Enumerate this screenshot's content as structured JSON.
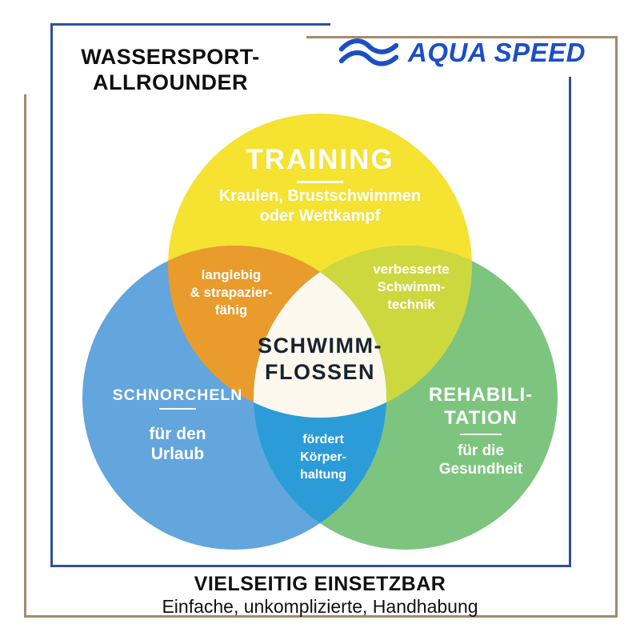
{
  "header": {
    "headline": [
      "WASSERSPORT-",
      "ALLROUNDER"
    ],
    "brand": "AQUA SPEED"
  },
  "venn": {
    "center_label": [
      "SCHWIMM-",
      "FLOSSEN"
    ],
    "center_color": "#fcf8ee",
    "sets": {
      "training": {
        "title": "TRAINING",
        "subtitle": [
          "Kraulen, Brustschwimmen",
          "oder Wettkampf"
        ],
        "color": "#f5e231"
      },
      "schnorcheln": {
        "title": "SCHNORCHELN",
        "subtitle": [
          "für den",
          "Urlaub"
        ],
        "color": "#63a5dd"
      },
      "rehabilitation": {
        "title": [
          "REHABILI-",
          "TATION"
        ],
        "subtitle": [
          "für die",
          "Gesundheit"
        ],
        "color": "#7dc57f"
      }
    },
    "overlaps": {
      "training_schnorcheln": {
        "label": [
          "langlebig",
          "& strapazier-",
          "fähig"
        ],
        "color": "#e99b2c"
      },
      "training_rehabilitation": {
        "label": [
          "verbesserte",
          "Schwimm-",
          "technik"
        ],
        "color": "#cdd83f"
      },
      "schnorcheln_rehabilitation": {
        "label": [
          "fördert",
          "Körper-",
          "haltung"
        ],
        "color": "#2c9cd9"
      }
    }
  },
  "footer": {
    "title": "VIELSEITIG EINSETZBAR",
    "subtitle": "Einfache, unkomplizierte, Handhabung"
  },
  "colors": {
    "frame_outer_tan": "#a58a6c",
    "frame_inner_blue": "#2d4f9e",
    "brand_blue": "#1b4fc4",
    "center_text": "#17242d",
    "heading_text": "#0f0f0f"
  }
}
